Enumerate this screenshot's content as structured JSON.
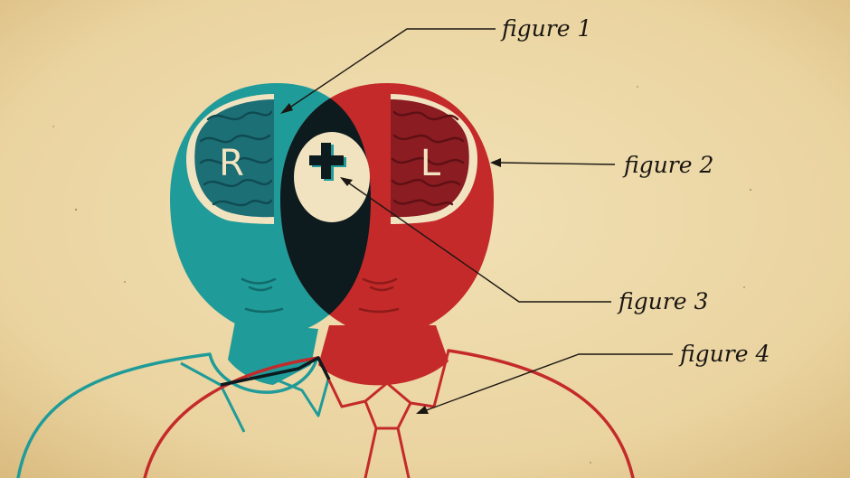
{
  "colors": {
    "paper": "#efdcae",
    "teal": "#1f9b99",
    "red": "#c42a2a",
    "overlap": "#0d1a1e",
    "brain_left": "#1d6f76",
    "brain_right": "#8a1c22",
    "cream": "#f1e3c0",
    "ink": "#1a1612"
  },
  "brain_letters": {
    "right_brain": "R",
    "plus": "+",
    "left_brain": "L"
  },
  "callouts": {
    "figure_1": "figure 1",
    "figure_2": "figure 2",
    "figure_3": "figure 3",
    "figure_4": "figure 4"
  }
}
